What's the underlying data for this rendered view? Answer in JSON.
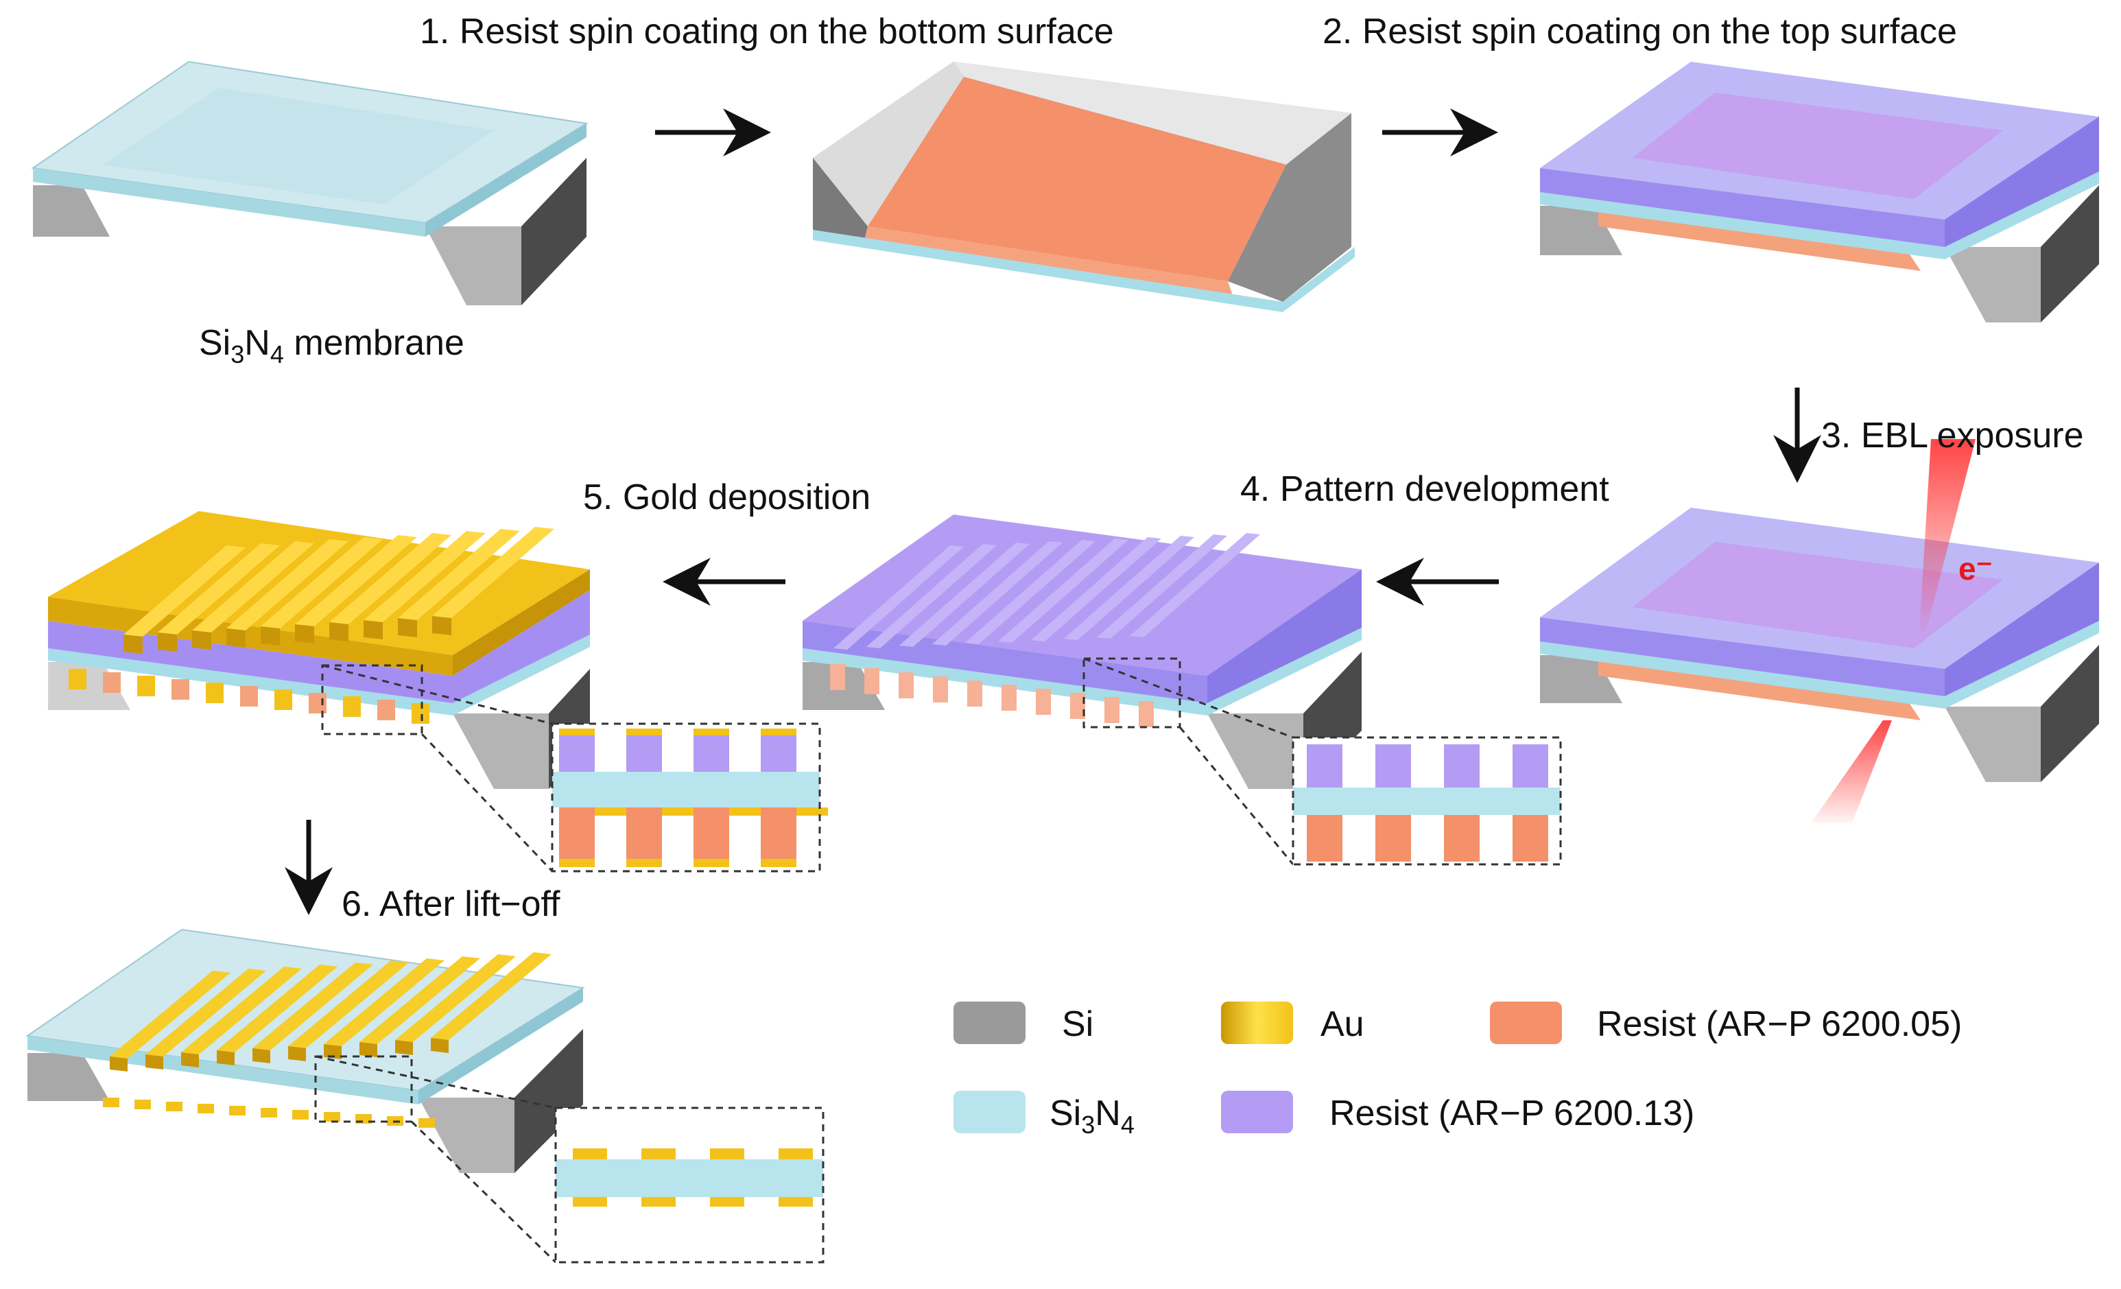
{
  "steps": {
    "membrane": "Si₃N₄ membrane",
    "s1": "1. Resist spin coating on the bottom surface",
    "s2": "2. Resist spin coating on the top surface",
    "s3": "3. EBL exposure",
    "s4": "4. Pattern development",
    "s5": "5. Gold deposition",
    "s6": "6. After lift−off"
  },
  "beam_label": "e⁻",
  "legend": {
    "si": "Si",
    "au": "Au",
    "resist05": "Resist (AR−P 6200.05)",
    "si3n4": "Si₃N₄",
    "resist13": "Resist (AR−P 6200.13)"
  },
  "colors": {
    "si": "#9a9a9a",
    "si3n4": "#b8e4ee",
    "au": "#f2c21a",
    "resist05": "#f4906a",
    "resist13": "#b49cf4",
    "beam": "#e8161b"
  }
}
